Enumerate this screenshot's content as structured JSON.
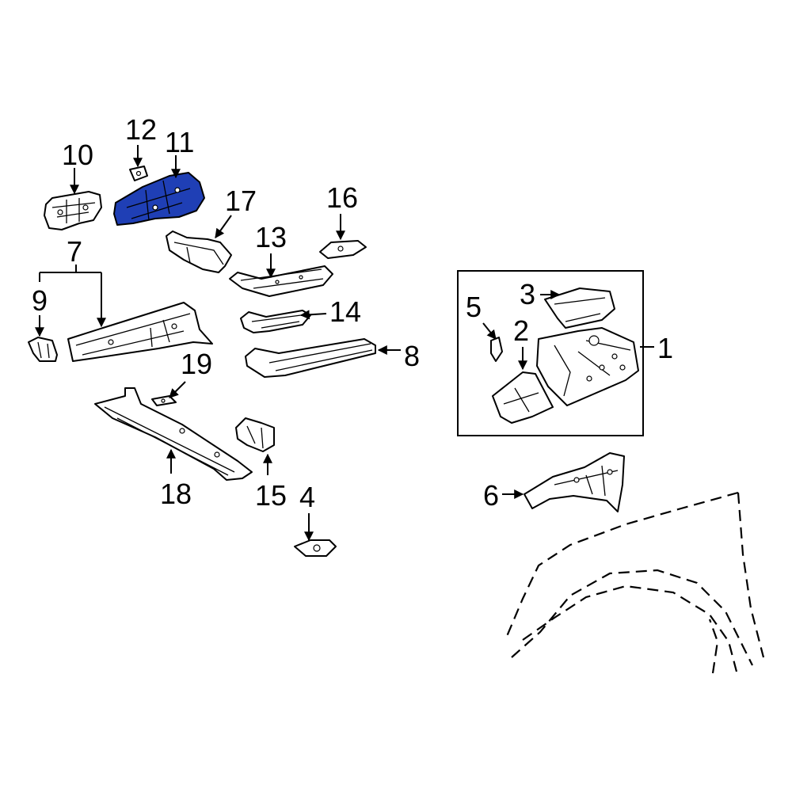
{
  "diagram": {
    "highlight_color": "#1f3fb5",
    "highlighted_part": "11",
    "callouts": {
      "c1": "1",
      "c2": "2",
      "c3": "3",
      "c4": "4",
      "c5": "5",
      "c6": "6",
      "c7": "7",
      "c8": "8",
      "c9": "9",
      "c10": "10",
      "c11": "11",
      "c12": "12",
      "c13": "13",
      "c14": "14",
      "c15": "15",
      "c16": "16",
      "c17": "17",
      "c18": "18",
      "c19": "19"
    }
  }
}
